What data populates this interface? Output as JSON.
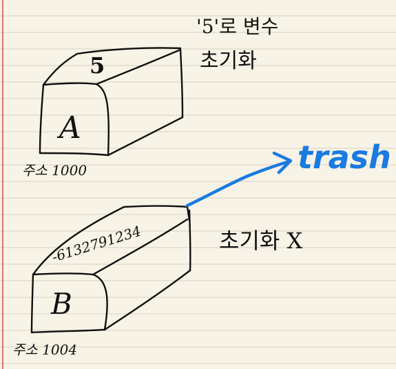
{
  "note": {
    "box_a": {
      "letter": "A",
      "value": "5",
      "address": "주소 1000"
    },
    "box_b": {
      "letter": "B",
      "value": "-6132791234",
      "address": "주소 1004"
    },
    "annotation_a_line1": "'5'로 변수",
    "annotation_a_line2": "초기화",
    "annotation_b": "초기화 X",
    "trash_label": "trash",
    "colors": {
      "ink": "#111111",
      "blue": "#1a7be0",
      "paper": "#f7f3e6",
      "rule": "#d8d1c2",
      "margin": "#d44a4a"
    }
  }
}
